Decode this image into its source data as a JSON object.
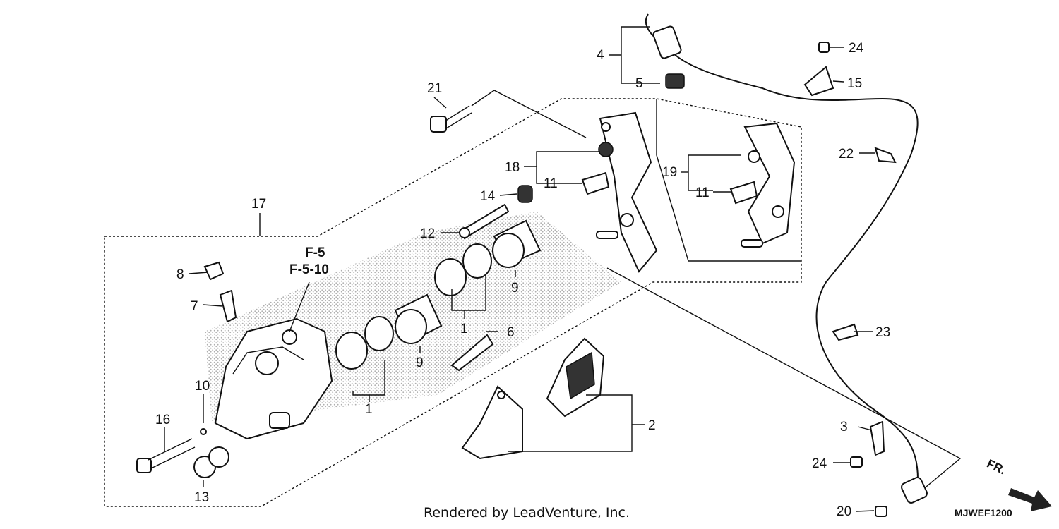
{
  "callouts": {
    "c1a": "1",
    "c1b": "1",
    "c2": "2",
    "c3": "3",
    "c4": "4",
    "c5": "5",
    "c6": "6",
    "c7": "7",
    "c8": "8",
    "c9a": "9",
    "c9b": "9",
    "c10": "10",
    "c11a": "11",
    "c11b": "11",
    "c12": "12",
    "c13": "13",
    "c14": "14",
    "c15": "15",
    "c16": "16",
    "c17": "17",
    "c18": "18",
    "c19": "19",
    "c20": "20",
    "c21": "21",
    "c22": "22",
    "c23": "23",
    "c24a": "24",
    "c24b": "24"
  },
  "reference": {
    "line1": "F-5",
    "line2": "F-5-10"
  },
  "direction_label": "FR.",
  "diagram_code": "MJWEF1200",
  "footer": "Rendered by LeadVenture, Inc."
}
